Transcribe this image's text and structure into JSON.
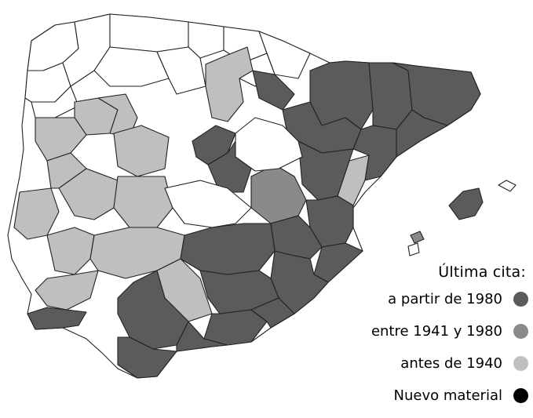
{
  "colors": {
    "after_1980": "#5b5b5b",
    "between_1941_1980": "#8a8a8a",
    "before_1940": "#bfbfbf",
    "new_material": "#000000",
    "province_default": "#ffffff",
    "border": "#222222"
  },
  "legend": {
    "title": "Última cita:",
    "items": [
      {
        "key": "after_1980",
        "label": "a partir de 1980"
      },
      {
        "key": "between_1941_1980",
        "label": "entre  1941 y 1980"
      },
      {
        "key": "before_1940",
        "label": "antes de 1940"
      },
      {
        "key": "new_material",
        "label": "Nuevo material"
      }
    ]
  }
}
